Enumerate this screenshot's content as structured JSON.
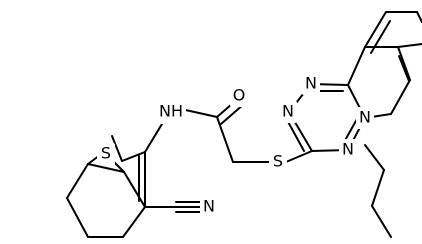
{
  "diagram": {
    "atoms": {
      "sulfur_thiophene": "S",
      "amide_nh": "NH",
      "carbonyl_o": "O",
      "thioether_s": "S",
      "nitrile_n": "N",
      "triazine_n1": "N",
      "triazine_n2": "N",
      "triazine_n3": "N",
      "indole_n": "N"
    },
    "colors": {
      "bond": "#000000",
      "text": "#000000",
      "background": "#ffffff"
    }
  }
}
